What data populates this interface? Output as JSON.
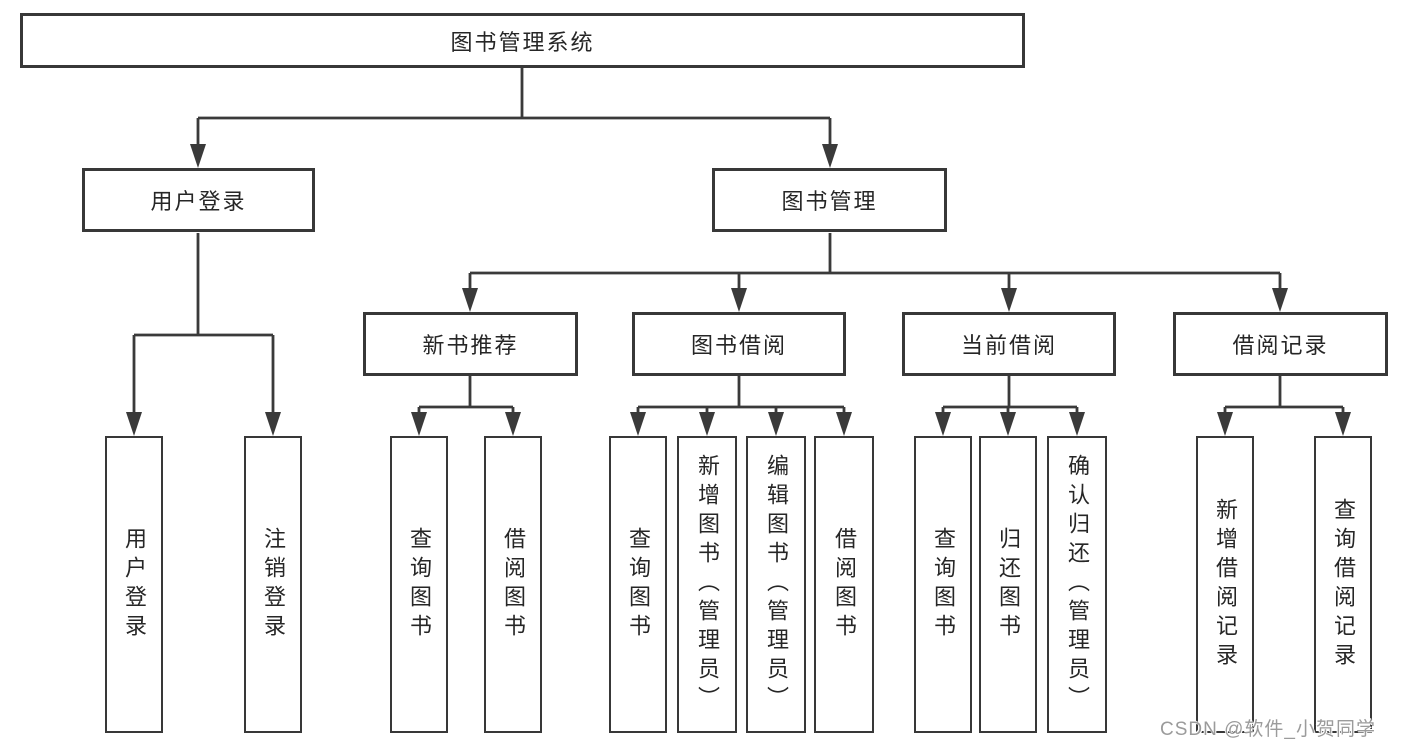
{
  "diagram": {
    "title": "图书管理系统",
    "level2": {
      "user_login": "用户登录",
      "book_management": "图书管理"
    },
    "level3": {
      "new_book_recommend": "新书推荐",
      "book_borrow": "图书借阅",
      "current_borrow": "当前借阅",
      "borrow_records": "借阅记录"
    },
    "leaves": {
      "login": [
        "用户登录",
        "注销登录"
      ],
      "new_book": [
        "查询图书",
        "借阅图书"
      ],
      "borrow": [
        "查询图书",
        "新增图书（管理员）",
        "编辑图书（管理员）",
        "借阅图书"
      ],
      "current": [
        "查询图书",
        "归还图书",
        "确认归还（管理员）"
      ],
      "records": [
        "新增借阅记录",
        "查询借阅记录"
      ]
    },
    "colors": {
      "line": "#3a3a3a",
      "box_border": "#383838",
      "text": "#262626",
      "watermark": "#9b9b9b",
      "background": "#ffffff"
    }
  },
  "watermark": {
    "text": "CSDN @软件_小贺同学"
  }
}
